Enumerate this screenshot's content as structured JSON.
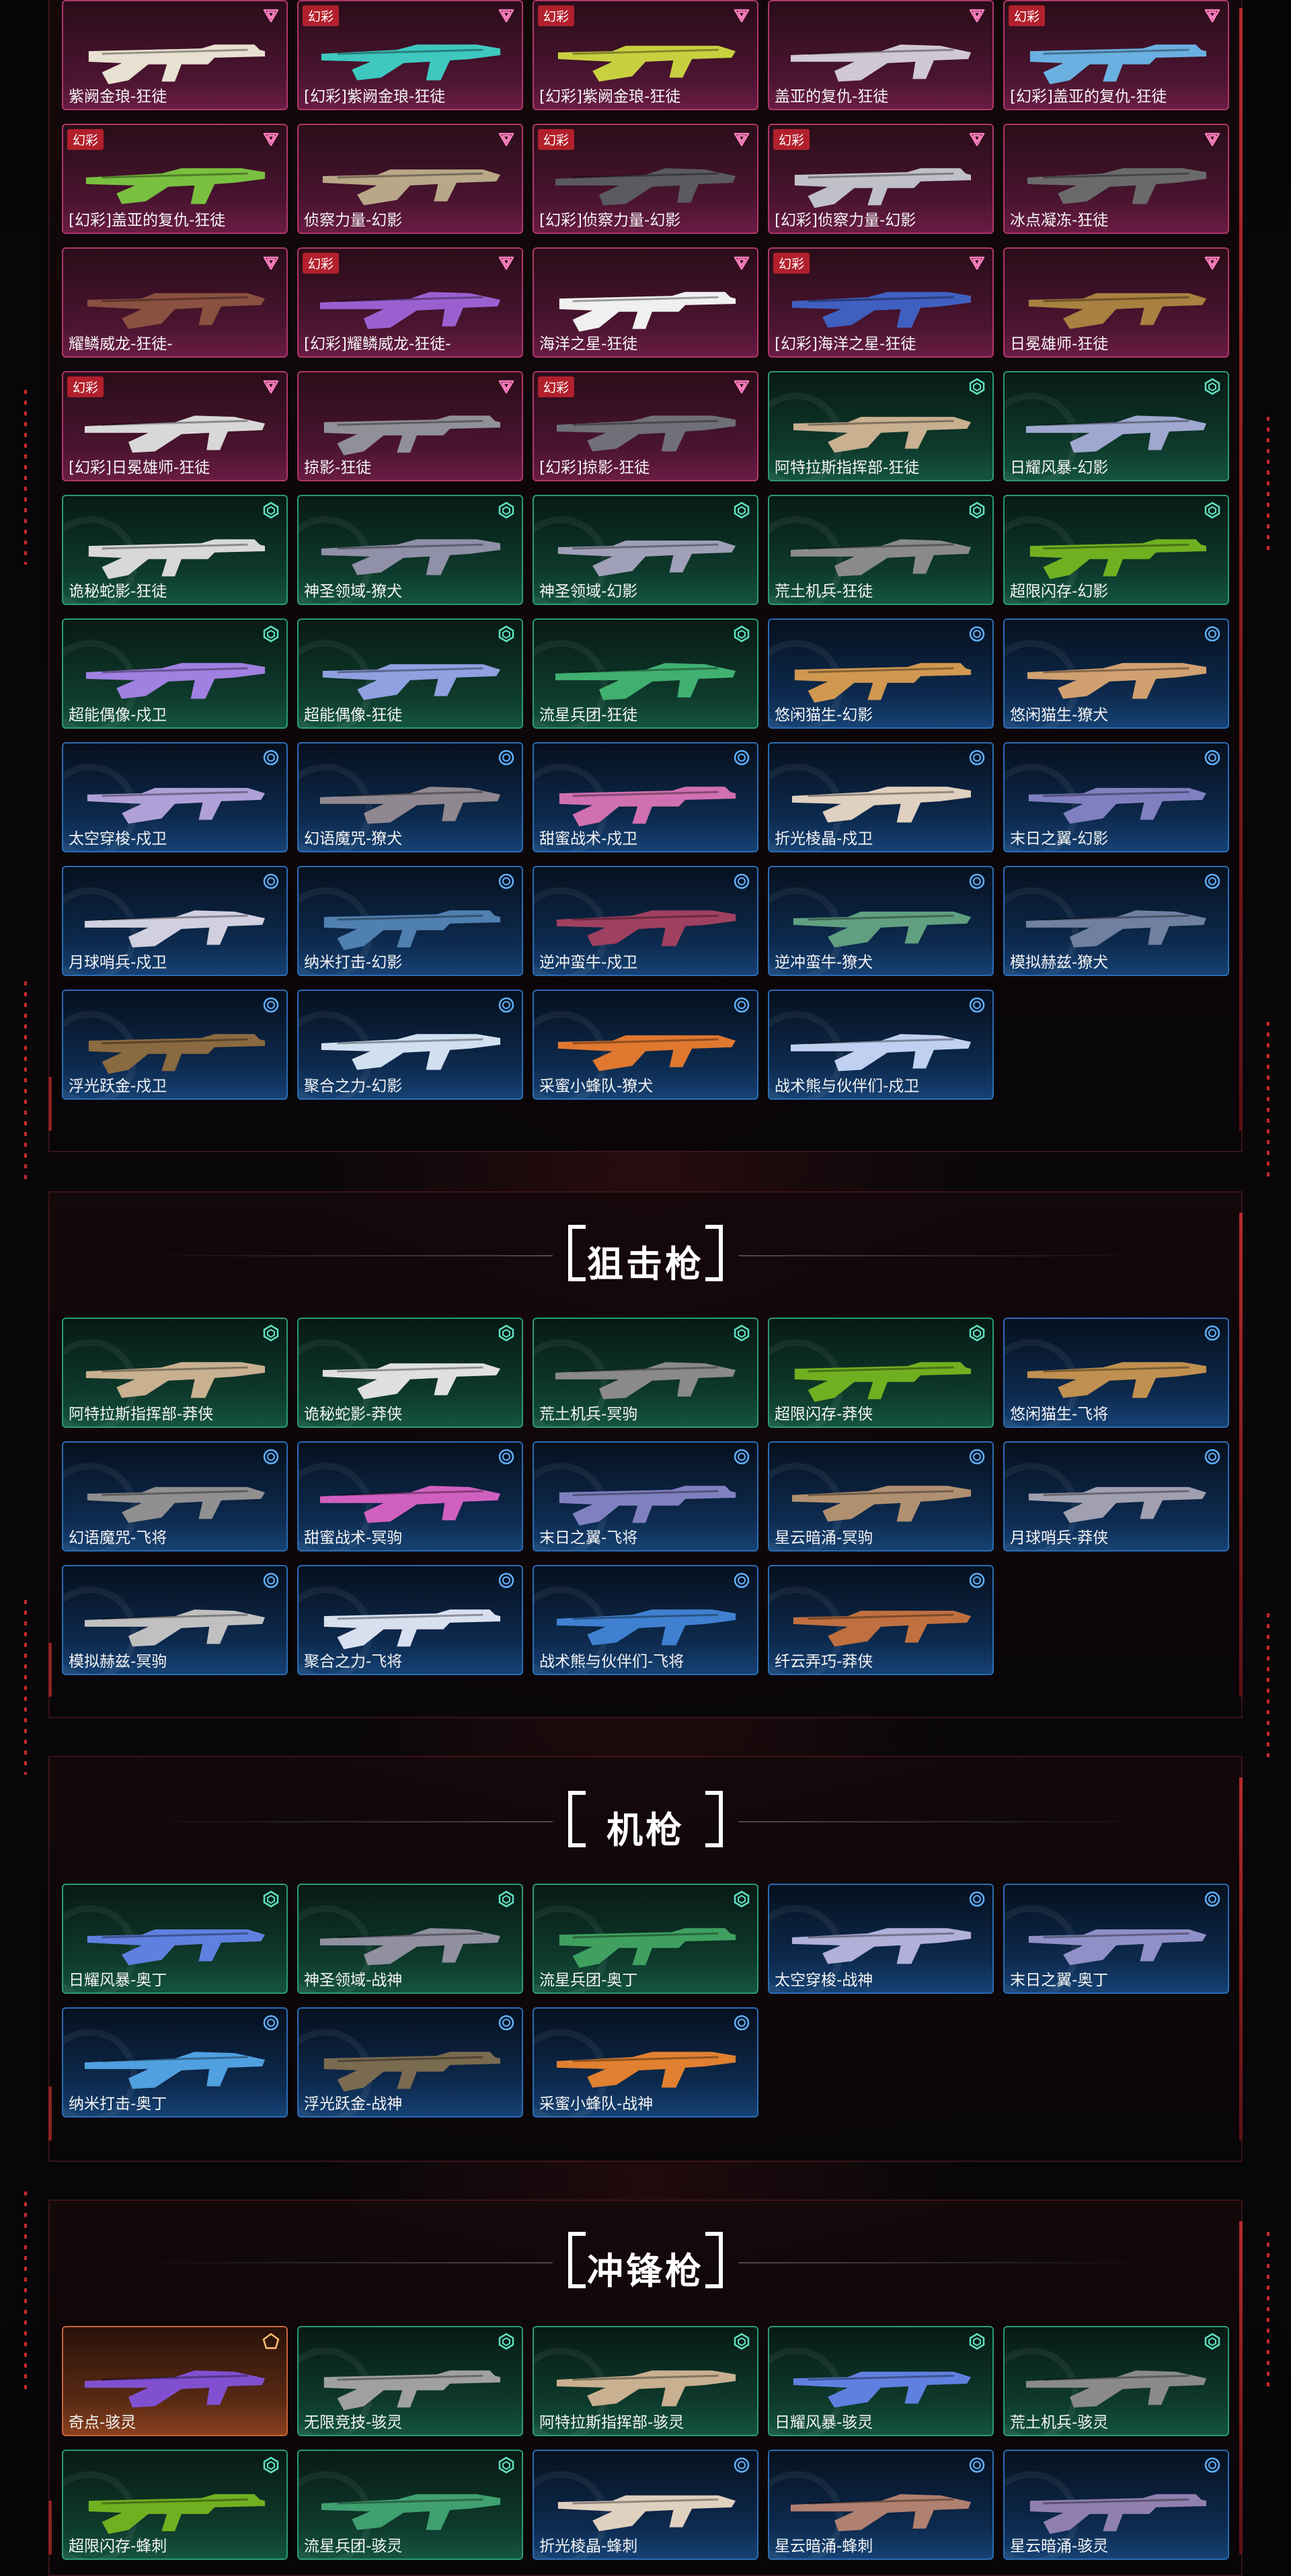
{
  "colors": {
    "pink": "#b0366b",
    "green": "#2a9a78",
    "blue": "#2a6cb4",
    "orange": "#c8623a",
    "badge": "#b2202c",
    "accent_red": "#c8282a"
  },
  "icons": {
    "pink": "triangle-down-icon",
    "green": "hexagon-icon",
    "blue": "circle-icon",
    "orange": "pentagon-icon"
  },
  "sections": [
    {
      "id": "rifles",
      "title": "",
      "cards": [
        {
          "name": "紫阙金琅-狂徒",
          "tier": "pink",
          "badge": "",
          "gun_color": "#e8e0d0"
        },
        {
          "name": "[幻彩]紫阙金琅-狂徒",
          "tier": "pink",
          "badge": "幻彩",
          "gun_color": "#3ec8c0"
        },
        {
          "name": "[幻彩]紫阙金琅-狂徒",
          "tier": "pink",
          "badge": "幻彩",
          "gun_color": "#c8d040"
        },
        {
          "name": "盖亚的复仇-狂徒",
          "tier": "pink",
          "badge": "",
          "gun_color": "#d0c8d4"
        },
        {
          "name": "[幻彩]盖亚的复仇-狂徒",
          "tier": "pink",
          "badge": "幻彩",
          "gun_color": "#6ab0e0"
        },
        {
          "name": "[幻彩]盖亚的复仇-狂徒",
          "tier": "pink",
          "badge": "幻彩",
          "gun_color": "#7ac040"
        },
        {
          "name": "侦察力量-幻影",
          "tier": "pink",
          "badge": "",
          "gun_color": "#b8a888"
        },
        {
          "name": "[幻彩]侦察力量-幻影",
          "tier": "pink",
          "badge": "幻彩",
          "gun_color": "#5a5a60"
        },
        {
          "name": "[幻彩]侦察力量-幻影",
          "tier": "pink",
          "badge": "幻彩",
          "gun_color": "#c0c0c8"
        },
        {
          "name": "冰点凝冻-狂徒",
          "tier": "pink",
          "badge": "",
          "gun_color": "#6a6a6a"
        },
        {
          "name": "耀鳞威龙-狂徒-",
          "tier": "pink",
          "badge": "",
          "gun_color": "#8a5040"
        },
        {
          "name": "[幻彩]耀鳞威龙-狂徒-",
          "tier": "pink",
          "badge": "幻彩",
          "gun_color": "#9a60d0"
        },
        {
          "name": "海洋之星-狂徒",
          "tier": "pink",
          "badge": "",
          "gun_color": "#f0f0f0"
        },
        {
          "name": "[幻彩]海洋之星-狂徒",
          "tier": "pink",
          "badge": "幻彩",
          "gun_color": "#4060c0"
        },
        {
          "name": "日冕雄师-狂徒",
          "tier": "pink",
          "badge": "",
          "gun_color": "#a88040"
        },
        {
          "name": "[幻彩]日冕雄师-狂徒",
          "tier": "pink",
          "badge": "幻彩",
          "gun_color": "#d8d8d8"
        },
        {
          "name": "掠影-狂徒",
          "tier": "pink",
          "badge": "",
          "gun_color": "#909098"
        },
        {
          "name": "[幻彩]掠影-狂徒",
          "tier": "pink",
          "badge": "幻彩",
          "gun_color": "#707078"
        },
        {
          "name": "阿特拉斯指挥部-狂徒",
          "tier": "green",
          "badge": "",
          "gun_color": "#c8b090"
        },
        {
          "name": "日耀风暴-幻影",
          "tier": "green",
          "badge": "",
          "gun_color": "#a0a8d0"
        },
        {
          "name": "诡秘蛇影-狂徒",
          "tier": "green",
          "badge": "",
          "gun_color": "#d8d8d8"
        },
        {
          "name": "神圣领域-獠犬",
          "tier": "green",
          "badge": "",
          "gun_color": "#9090a8"
        },
        {
          "name": "神圣领域-幻影",
          "tier": "green",
          "badge": "",
          "gun_color": "#a0a0b8"
        },
        {
          "name": "荒土机兵-狂徒",
          "tier": "green",
          "badge": "",
          "gun_color": "#8a8a8a"
        },
        {
          "name": "超限闪存-幻影",
          "tier": "green",
          "badge": "",
          "gun_color": "#70b020"
        },
        {
          "name": "超能偶像-戍卫",
          "tier": "green",
          "badge": "",
          "gun_color": "#a080e0"
        },
        {
          "name": "超能偶像-狂徒",
          "tier": "green",
          "badge": "",
          "gun_color": "#90a0e0"
        },
        {
          "name": "流星兵团-狂徒",
          "tier": "green",
          "badge": "",
          "gun_color": "#40b070"
        },
        {
          "name": "悠闲猫生-幻影",
          "tier": "blue",
          "badge": "",
          "gun_color": "#d09850"
        },
        {
          "name": "悠闲猫生-獠犬",
          "tier": "blue",
          "badge": "",
          "gun_color": "#d0a070"
        },
        {
          "name": "太空穿梭-戍卫",
          "tier": "blue",
          "badge": "",
          "gun_color": "#b0a0d8"
        },
        {
          "name": "幻语魔咒-獠犬",
          "tier": "blue",
          "badge": "",
          "gun_color": "#908890"
        },
        {
          "name": "甜蜜战术-戍卫",
          "tier": "blue",
          "badge": "",
          "gun_color": "#d070b0"
        },
        {
          "name": "折光棱晶-戍卫",
          "tier": "blue",
          "badge": "",
          "gun_color": "#e0d0c0"
        },
        {
          "name": "末日之翼-幻影",
          "tier": "blue",
          "badge": "",
          "gun_color": "#8080c0"
        },
        {
          "name": "月球哨兵-戍卫",
          "tier": "blue",
          "badge": "",
          "gun_color": "#d0d0e0"
        },
        {
          "name": "纳米打击-幻影",
          "tier": "blue",
          "badge": "",
          "gun_color": "#5080b0"
        },
        {
          "name": "逆冲蛮牛-戍卫",
          "tier": "blue",
          "badge": "",
          "gun_color": "#a04060"
        },
        {
          "name": "逆冲蛮牛-獠犬",
          "tier": "blue",
          "badge": "",
          "gun_color": "#60a080"
        },
        {
          "name": "模拟赫兹-獠犬",
          "tier": "blue",
          "badge": "",
          "gun_color": "#7080a0"
        },
        {
          "name": "浮光跃金-戍卫",
          "tier": "blue",
          "badge": "",
          "gun_color": "#8a6a40"
        },
        {
          "name": "聚合之力-幻影",
          "tier": "blue",
          "badge": "",
          "gun_color": "#d0e0f0"
        },
        {
          "name": "采蜜小蜂队-獠犬",
          "tier": "blue",
          "badge": "",
          "gun_color": "#e07830"
        },
        {
          "name": "战术熊与伙伴们-戍卫",
          "tier": "blue",
          "badge": "",
          "gun_color": "#c0d0f0"
        }
      ]
    },
    {
      "id": "snipers",
      "title": "狙击枪",
      "cards": [
        {
          "name": "阿特拉斯指挥部-莽侠",
          "tier": "green",
          "badge": "",
          "gun_color": "#c8b090"
        },
        {
          "name": "诡秘蛇影-莽侠",
          "tier": "green",
          "badge": "",
          "gun_color": "#e0e0e0"
        },
        {
          "name": "荒土机兵-冥驹",
          "tier": "green",
          "badge": "",
          "gun_color": "#8a8a8a"
        },
        {
          "name": "超限闪存-莽侠",
          "tier": "green",
          "badge": "",
          "gun_color": "#70b020"
        },
        {
          "name": "悠闲猫生-飞将",
          "tier": "blue",
          "badge": "",
          "gun_color": "#c09050"
        },
        {
          "name": "幻语魔咒-飞将",
          "tier": "blue",
          "badge": "",
          "gun_color": "#909090"
        },
        {
          "name": "甜蜜战术-冥驹",
          "tier": "blue",
          "badge": "",
          "gun_color": "#d060c0"
        },
        {
          "name": "末日之翼-飞将",
          "tier": "blue",
          "badge": "",
          "gun_color": "#8080c0"
        },
        {
          "name": "星云暗涌-冥驹",
          "tier": "blue",
          "badge": "",
          "gun_color": "#b09070"
        },
        {
          "name": "月球哨兵-莽侠",
          "tier": "blue",
          "badge": "",
          "gun_color": "#a0a0b0"
        },
        {
          "name": "模拟赫兹-冥驹",
          "tier": "blue",
          "badge": "",
          "gun_color": "#c0c0c0"
        },
        {
          "name": "聚合之力-飞将",
          "tier": "blue",
          "badge": "",
          "gun_color": "#d8e0f0"
        },
        {
          "name": "战术熊与伙伴们-飞将",
          "tier": "blue",
          "badge": "",
          "gun_color": "#4080d0"
        },
        {
          "name": "纤云弄巧-莽侠",
          "tier": "blue",
          "badge": "",
          "gun_color": "#c07040"
        }
      ]
    },
    {
      "id": "mg",
      "title": "机枪",
      "cards": [
        {
          "name": "日耀风暴-奥丁",
          "tier": "green",
          "badge": "",
          "gun_color": "#6080e0"
        },
        {
          "name": "神圣领域-战神",
          "tier": "green",
          "badge": "",
          "gun_color": "#9090a0"
        },
        {
          "name": "流星兵团-奥丁",
          "tier": "green",
          "badge": "",
          "gun_color": "#40a060"
        },
        {
          "name": "太空穿梭-战神",
          "tier": "blue",
          "badge": "",
          "gun_color": "#b0b0d8"
        },
        {
          "name": "末日之翼-奥丁",
          "tier": "blue",
          "badge": "",
          "gun_color": "#9090c8"
        },
        {
          "name": "纳米打击-奥丁",
          "tier": "blue",
          "badge": "",
          "gun_color": "#50a0e0"
        },
        {
          "name": "浮光跃金-战神",
          "tier": "blue",
          "badge": "",
          "gun_color": "#7a6a50"
        },
        {
          "name": "采蜜小蜂队-战神",
          "tier": "blue",
          "badge": "",
          "gun_color": "#e08030"
        }
      ]
    },
    {
      "id": "smg",
      "title": "冲锋枪",
      "cards": [
        {
          "name": "奇点-骇灵",
          "tier": "orange",
          "badge": "",
          "gun_color": "#8050d0"
        },
        {
          "name": "无限竞技-骇灵",
          "tier": "green",
          "badge": "",
          "gun_color": "#a0a0a0"
        },
        {
          "name": "阿特拉斯指挥部-骇灵",
          "tier": "green",
          "badge": "",
          "gun_color": "#c8b090"
        },
        {
          "name": "日耀风暴-骇灵",
          "tier": "green",
          "badge": "",
          "gun_color": "#6080e0"
        },
        {
          "name": "荒土机兵-骇灵",
          "tier": "green",
          "badge": "",
          "gun_color": "#8a8a8a"
        },
        {
          "name": "超限闪存-蜂刺",
          "tier": "green",
          "badge": "",
          "gun_color": "#70b020"
        },
        {
          "name": "流星兵团-骇灵",
          "tier": "green",
          "badge": "",
          "gun_color": "#40a070"
        },
        {
          "name": "折光棱晶-蜂刺",
          "tier": "blue",
          "badge": "",
          "gun_color": "#e0d0c0"
        },
        {
          "name": "星云暗涌-蜂刺",
          "tier": "blue",
          "badge": "",
          "gun_color": "#b08070"
        },
        {
          "name": "星云暗涌-骇灵",
          "tier": "blue",
          "badge": "",
          "gun_color": "#9080b0"
        }
      ]
    }
  ]
}
